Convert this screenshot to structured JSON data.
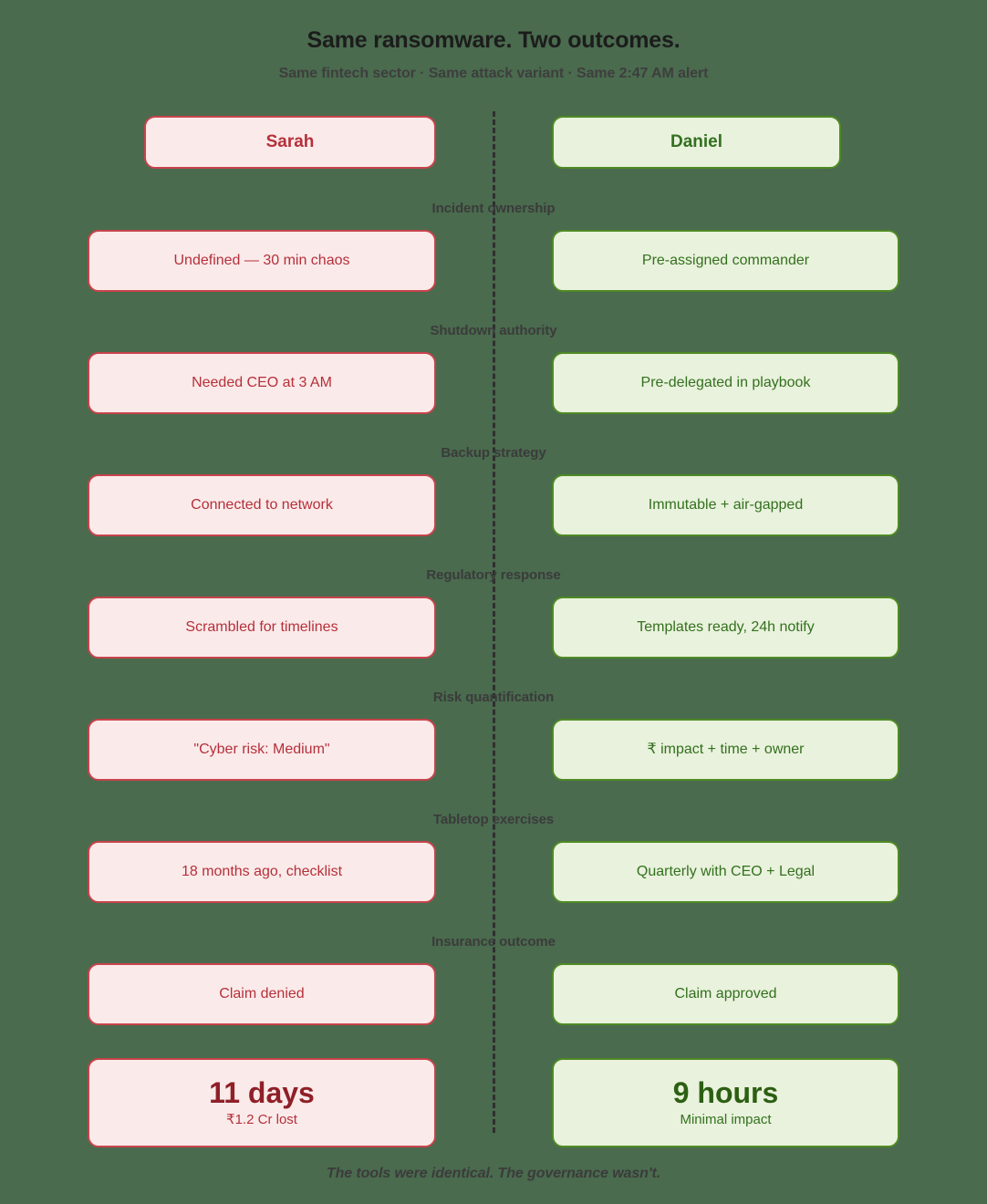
{
  "header": {
    "title": "Same ransomware. Two outcomes.",
    "subtitle": "Same fintech sector · Same attack variant · Same 2:47 AM alert"
  },
  "columns": {
    "left": {
      "name": "Sarah",
      "accent": "#c8434b",
      "fill": "#fbeaea",
      "text": "#b5303a"
    },
    "right": {
      "name": "Daniel",
      "accent": "#4f8a25",
      "fill": "#e9f2dc",
      "text": "#33701f"
    }
  },
  "background_color": "#4a6b4e",
  "divider": {
    "style": "dashed",
    "color": "#2f2f2f"
  },
  "rows": [
    {
      "label": "Incident ownership",
      "left": "Undefined — 30 min chaos",
      "right": "Pre-assigned commander"
    },
    {
      "label": "Shutdown authority",
      "left": "Needed CEO at 3 AM",
      "right": "Pre-delegated in playbook"
    },
    {
      "label": "Backup strategy",
      "left": "Connected to network",
      "right": "Immutable + air-gapped"
    },
    {
      "label": "Regulatory response",
      "left": "Scrambled for timelines",
      "right": "Templates ready, 24h notify"
    },
    {
      "label": "Risk quantification",
      "left": "\"Cyber risk: Medium\"",
      "right": "₹ impact + time + owner"
    },
    {
      "label": "Tabletop exercises",
      "left": "18 months ago, checklist",
      "right": "Quarterly with CEO + Legal"
    },
    {
      "label": "Insurance outcome",
      "left": "Claim denied",
      "right": "Claim approved"
    }
  ],
  "summary": {
    "left": {
      "headline": "11 days",
      "detail": "₹1.2 Cr lost"
    },
    "right": {
      "headline": "9 hours",
      "detail": "Minimal impact"
    }
  },
  "footer": {
    "text": "The tools were identical. The governance wasn't."
  }
}
